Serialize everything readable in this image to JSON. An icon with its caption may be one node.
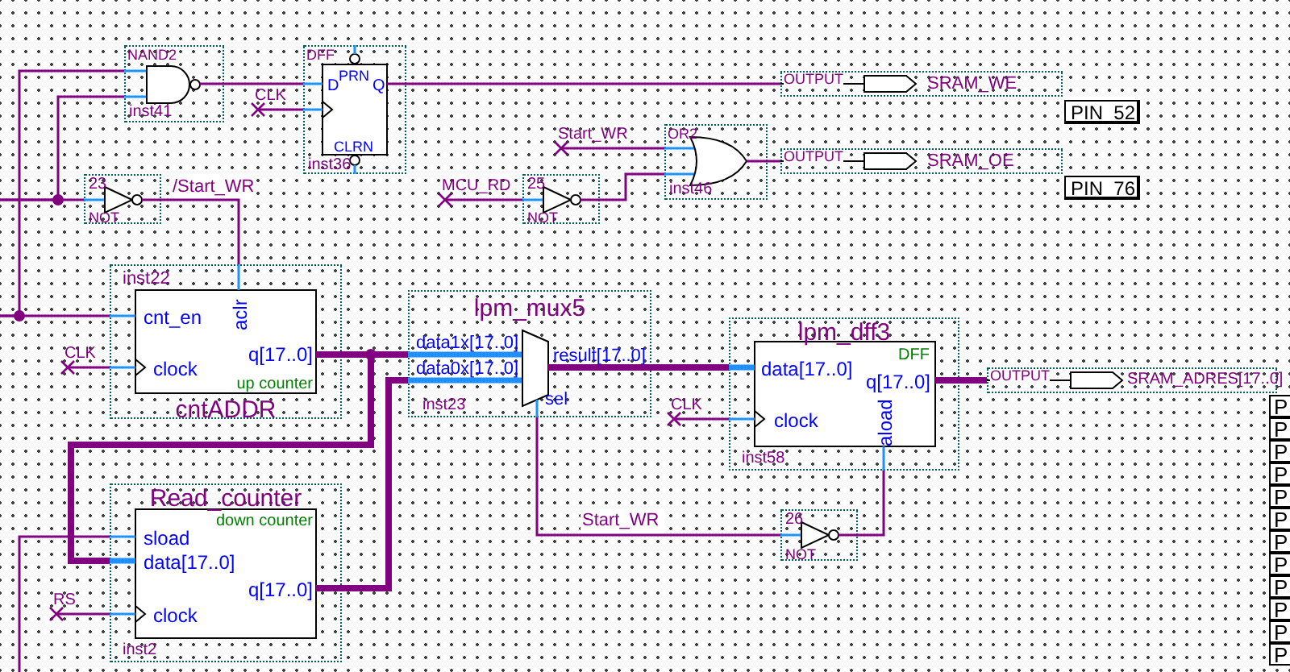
{
  "diagram": {
    "nodes": [
      {
        "text": [
          "NAND2",
          "inst41"
        ]
      },
      {
        "text": [
          "DFF",
          "PRN",
          "D",
          "Q",
          "CLRN",
          "inst36"
        ]
      },
      {
        "text": [
          "23",
          "NOT"
        ]
      },
      {
        "text": [
          "OR2",
          "inst46"
        ]
      },
      {
        "text": [
          "25",
          "NOT"
        ]
      },
      {
        "text": [
          "OUTPUT",
          "SRAM_WE"
        ]
      },
      {
        "text": [
          "PIN_52"
        ]
      },
      {
        "text": [
          "OUTPUT",
          "SRAM_OE"
        ]
      },
      {
        "text": [
          "PIN_76"
        ]
      },
      {
        "text": [
          "inst22",
          "cnt_en",
          "aclr",
          "clock",
          "q[17..0]",
          "up counter",
          "cntADDR"
        ]
      },
      {
        "text": [
          "lpm_mux5",
          "data1x[17..0]",
          "data0x[17..0]",
          "result[17..0]",
          "sel",
          "inst23"
        ]
      },
      {
        "text": [
          "lpm_dff3",
          "DFF",
          "data[17..0]",
          "q[17..0]",
          "clock",
          "aload",
          "inst58"
        ]
      },
      {
        "text": [
          "OUTPUT",
          "SRAM_ADRES[17..0]"
        ]
      },
      {
        "text": [
          "Read_counter",
          "down counter",
          "sload",
          "data[17..0]",
          "q[17..0]",
          "clock",
          "inst2"
        ]
      },
      {
        "text": [
          "26",
          "NOT"
        ]
      },
      {
        "text": [
          "CLK"
        ]
      },
      {
        "text": [
          "Start_WR"
        ]
      },
      {
        "text": [
          "MCU_RD"
        ]
      },
      {
        "text": [
          "CLK"
        ]
      },
      {
        "text": [
          "CLK"
        ]
      },
      {
        "text": [
          "RS"
        ]
      }
    ],
    "edges": [
      {
        "from": null,
        "to": 2,
        "arrow": "none"
      },
      {
        "from": null,
        "to": 0,
        "arrow": "none"
      },
      {
        "from": null,
        "to": 9,
        "arrow": "none"
      },
      {
        "from": null,
        "to": 0,
        "arrow": "none"
      },
      {
        "from": 0,
        "to": 1,
        "arrow": "none"
      },
      {
        "from": 15,
        "to": 1,
        "arrow": "none"
      },
      {
        "from": 1,
        "to": 5,
        "arrow": "none"
      },
      {
        "from": 2,
        "to": 9,
        "arrow": "none",
        "label": "/Start_WR"
      },
      {
        "from": 16,
        "to": 3,
        "arrow": "none"
      },
      {
        "from": 17,
        "to": 4,
        "arrow": "none"
      },
      {
        "from": 4,
        "to": 3,
        "arrow": "none"
      },
      {
        "from": 3,
        "to": 7,
        "arrow": "none"
      },
      {
        "from": 18,
        "to": 9,
        "arrow": "none"
      },
      {
        "from": 9,
        "to": 10,
        "arrow": "none",
        "style": "thick"
      },
      {
        "from": 9,
        "to": 13,
        "arrow": "none",
        "style": "thick"
      },
      {
        "from": 13,
        "to": 10,
        "arrow": "none",
        "style": "thick"
      },
      {
        "from": 10,
        "to": 11,
        "arrow": "none",
        "style": "thick"
      },
      {
        "from": 19,
        "to": 11,
        "arrow": "none"
      },
      {
        "from": 11,
        "to": 12,
        "arrow": "none",
        "style": "thick"
      },
      {
        "from": 10,
        "to": 14,
        "arrow": "none",
        "label": "Start_WR"
      },
      {
        "from": 14,
        "to": 11,
        "arrow": "none"
      },
      {
        "from": null,
        "to": 13,
        "arrow": "none"
      },
      {
        "from": 20,
        "to": 13,
        "arrow": "none"
      }
    ],
    "labels": [
      "P",
      "P",
      "P",
      "P",
      "P",
      "P",
      "P",
      "P",
      "P",
      "P",
      "P",
      "P"
    ]
  }
}
